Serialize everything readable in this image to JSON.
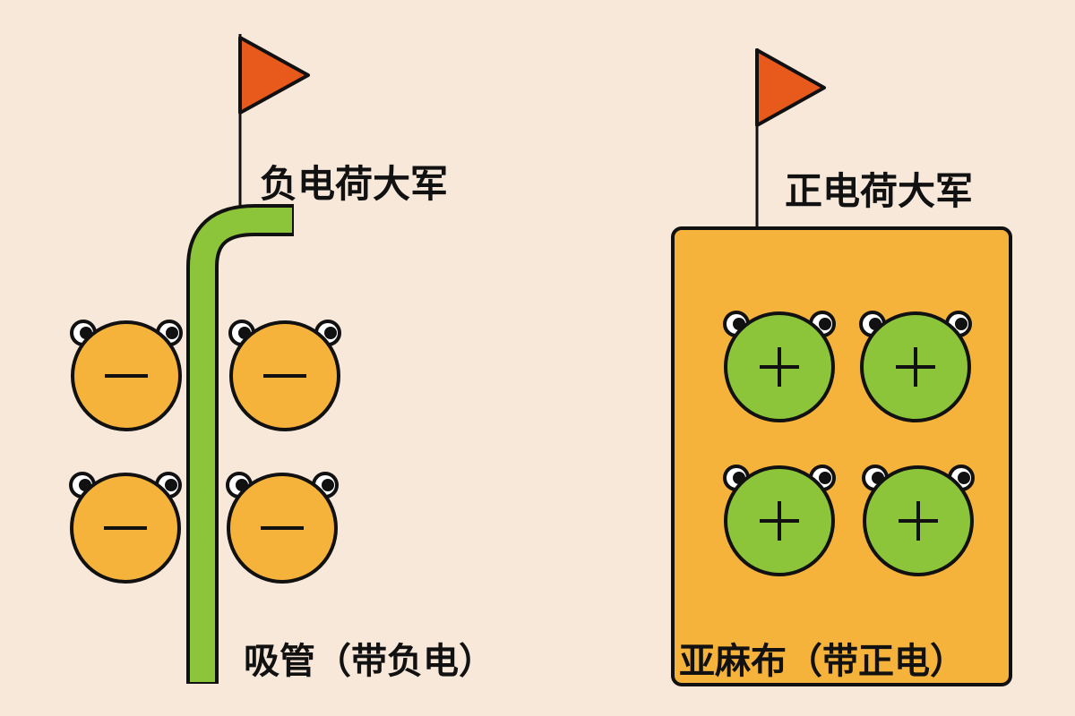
{
  "colors": {
    "background": "#f7e8da",
    "flag": "#e85a1c",
    "straw": "#8cc43a",
    "negative_charge": "#f6b33b",
    "positive_charge": "#8cc43a",
    "linen": "#f6b33b",
    "outline": "#111111"
  },
  "left": {
    "army_label": "负电荷大军",
    "object_label": "吸管（带负电）",
    "charge_symbol": "−",
    "charge_count": 4
  },
  "right": {
    "army_label": "正电荷大军",
    "object_label": "亚麻布（带正电）",
    "charge_symbol": "+",
    "charge_count": 4
  }
}
